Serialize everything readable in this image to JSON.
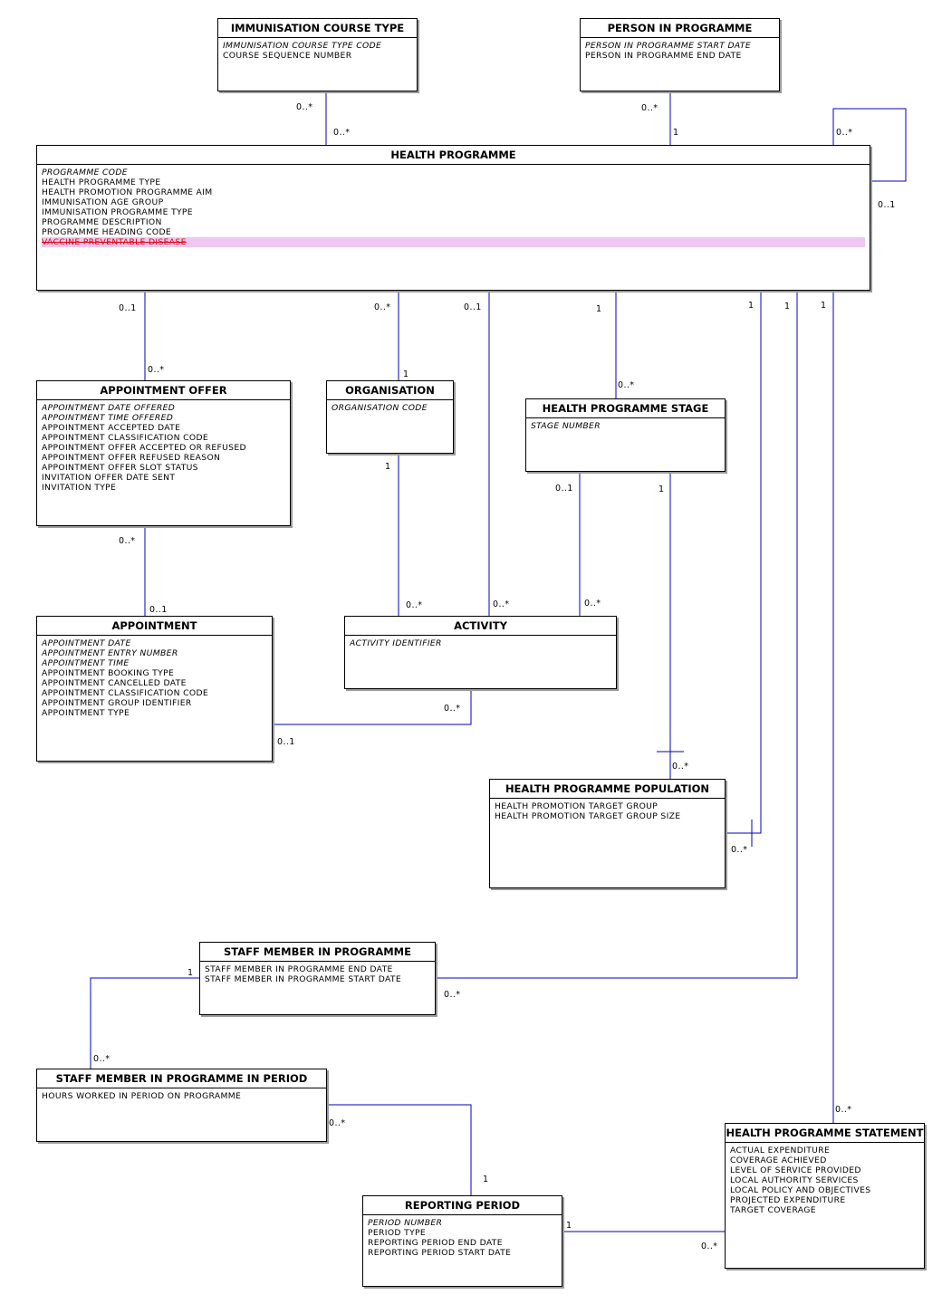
{
  "entities": {
    "immunisation_course_type": {
      "title": "IMMUNISATION COURSE TYPE",
      "attrs": [
        "IMMUNISATION COURSE TYPE CODE",
        "COURSE SEQUENCE NUMBER"
      ]
    },
    "person_in_programme": {
      "title": "PERSON IN PROGRAMME",
      "attrs": [
        "PERSON IN PROGRAMME START DATE",
        "PERSON IN PROGRAMME END DATE"
      ]
    },
    "health_programme": {
      "title": "HEALTH PROGRAMME",
      "attrs": [
        "PROGRAMME CODE",
        "HEALTH PROGRAMME TYPE",
        "HEALTH PROMOTION PROGRAMME AIM",
        "IMMUNISATION AGE GROUP",
        "IMMUNISATION PROGRAMME TYPE",
        "PROGRAMME DESCRIPTION",
        "PROGRAMME HEADING CODE",
        "VACCINE PREVENTABLE DISEASE"
      ]
    },
    "appointment_offer": {
      "title": "APPOINTMENT OFFER",
      "attrs": [
        "APPOINTMENT DATE OFFERED",
        "APPOINTMENT TIME OFFERED",
        "APPOINTMENT ACCEPTED  DATE",
        "APPOINTMENT CLASSIFICATION CODE",
        "APPOINTMENT OFFER ACCEPTED OR REFUSED",
        "APPOINTMENT OFFER REFUSED REASON",
        "APPOINTMENT OFFER SLOT STATUS",
        "INVITATION OFFER DATE SENT",
        "INVITATION TYPE"
      ]
    },
    "organisation": {
      "title": "ORGANISATION",
      "attrs": [
        "ORGANISATION CODE"
      ]
    },
    "health_programme_stage": {
      "title": "HEALTH PROGRAMME STAGE",
      "attrs": [
        "STAGE NUMBER"
      ]
    },
    "appointment": {
      "title": "APPOINTMENT",
      "attrs": [
        "APPOINTMENT DATE",
        "APPOINTMENT ENTRY NUMBER",
        "APPOINTMENT TIME",
        "APPOINTMENT BOOKING TYPE",
        "APPOINTMENT CANCELLED DATE",
        "APPOINTMENT CLASSIFICATION CODE",
        "APPOINTMENT GROUP IDENTIFIER",
        "APPOINTMENT TYPE"
      ]
    },
    "activity": {
      "title": "ACTIVITY",
      "attrs": [
        "ACTIVITY IDENTIFIER"
      ]
    },
    "health_programme_population": {
      "title": "HEALTH PROGRAMME POPULATION",
      "attrs": [
        "HEALTH PROMOTION TARGET GROUP",
        "HEALTH PROMOTION TARGET GROUP SIZE"
      ]
    },
    "staff_member_in_programme": {
      "title": "STAFF MEMBER IN PROGRAMME",
      "attrs": [
        "STAFF MEMBER IN PROGRAMME END DATE",
        "STAFF MEMBER IN PROGRAMME START DATE"
      ]
    },
    "staff_member_in_programme_in_period": {
      "title": "STAFF MEMBER IN PROGRAMME IN PERIOD",
      "attrs": [
        "HOURS WORKED IN PERIOD ON PROGRAMME"
      ]
    },
    "health_programme_statement": {
      "title": "HEALTH PROGRAMME STATEMENT",
      "attrs": [
        "ACTUAL EXPENDITURE",
        "COVERAGE ACHIEVED",
        "LEVEL OF SERVICE PROVIDED",
        "LOCAL AUTHORITY SERVICES",
        "LOCAL POLICY AND OBJECTIVES",
        "PROJECTED EXPENDITURE",
        "TARGET COVERAGE"
      ]
    },
    "reporting_period": {
      "title": "REPORTING PERIOD",
      "attrs": [
        "PERIOD NUMBER",
        "PERIOD TYPE",
        "REPORTING PERIOD END DATE",
        "REPORTING PERIOD START DATE"
      ]
    }
  },
  "multiplicities": {
    "ict_left": "0..*",
    "ict_hp": "0..*",
    "pip_left": "0..*",
    "pip_hp": "1",
    "self_top": "0..*",
    "self_right": "0..1",
    "hp_ao_top": "0..1",
    "hp_ao_bottom": "0..*",
    "hp_org_top": "0..*",
    "hp_org_bottom": "1",
    "hp_act_top": "0..1",
    "hp_stage_top": "1",
    "hp_stage_bottom": "0..*",
    "hp_pop_top": "1",
    "hp_staff_top": "1",
    "hp_stmt_top": "1",
    "ao_appt_top": "0..*",
    "ao_appt_bottom": "0..1",
    "org_act_top": "1",
    "org_act_bottom": "0..*",
    "act_hp_bottom": "0..*",
    "stage_act_top": "0..1",
    "stage_act_bottom": "0..*",
    "stage_pop_top": "1",
    "stage_pop_bottom": "0..*",
    "appt_act_act": "0..*",
    "appt_act_appt": "0..1",
    "hp_pop_bottom": "0..*",
    "staff_hp_bottom": "0..*",
    "staff_period_top": "1",
    "staff_period_bottom": "0..*",
    "period_rp_left": "0..*",
    "period_rp_right": "1",
    "stmt_bottom": "0..*",
    "rp_stmt_left": "1",
    "rp_stmt_right": "0..*"
  },
  "colors": {
    "line": "#0000c0",
    "deleted_text": "#e00000",
    "deleted_bg": "#eec8f3"
  }
}
